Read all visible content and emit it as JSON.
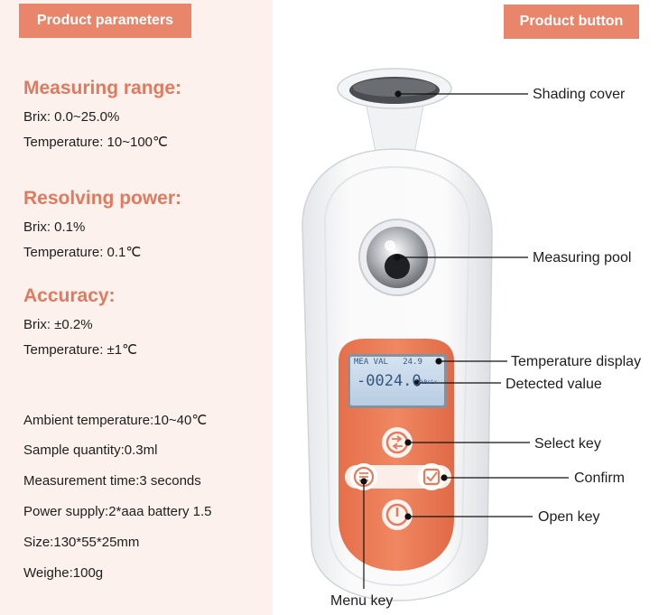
{
  "left": {
    "badge": "Product parameters",
    "measuring_range": {
      "title": "Measuring range:",
      "lines": [
        "Brix: 0.0~25.0%",
        "Temperature: 10~100℃"
      ]
    },
    "resolving_power": {
      "title": "Resolving power:",
      "lines": [
        "Brix: 0.1%",
        "Temperature: 0.1℃"
      ]
    },
    "accuracy": {
      "title": "Accuracy:",
      "lines": [
        "Brix: ±0.2%",
        "Temperature: ±1℃"
      ]
    },
    "specs": [
      "Ambient temperature:10~40℃",
      "Sample quantity:0.3ml",
      "Measurement time:3 seconds",
      "Power supply:2*aaa battery 1.5",
      "Size:130*55*25mm",
      "Weighe:100g"
    ]
  },
  "right": {
    "badge": "Product button",
    "callouts": {
      "shading_cover": "Shading cover",
      "measuring_pool": "Measuring pool",
      "temperature_display": "Temperature display",
      "detected_value": "Detected value",
      "select_key": "Select key",
      "confirm": "Confirm",
      "open_key": "Open key",
      "menu_key": "Menu key"
    },
    "lcd": {
      "header": "MEA VAL",
      "temperature": "24.9",
      "value": "-0024.0",
      "unit": "%Brix"
    }
  },
  "colors": {
    "accent": "#e8856a",
    "title": "#e07a5f",
    "panel_bg": "#fcf1ec",
    "device_orange": "#ec7c58",
    "lcd_bg": "#c9d9ea"
  }
}
